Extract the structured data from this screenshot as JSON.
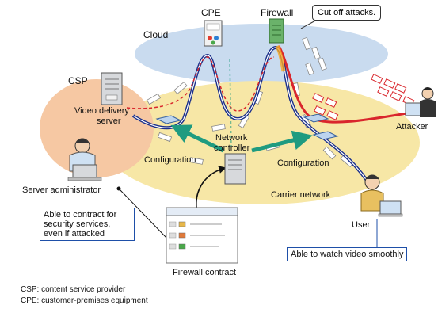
{
  "labels": {
    "cpe": "CPE",
    "firewall": "Firewall",
    "cloud": "Cloud",
    "csp": "CSP",
    "video_delivery_server": [
      "Video delivery",
      "server"
    ],
    "network_controller": [
      "Network",
      "controller"
    ],
    "configuration_left": "Configuration",
    "configuration_right": "Configuration",
    "carrier_network": "Carrier network",
    "attacker": "Attacker",
    "server_administrator": "Server administrator",
    "user": "User",
    "firewall_contract": "Firewall contract"
  },
  "callouts": {
    "cut_off_attacks": "Cut off attacks.",
    "security_services": [
      "Able to contract for",
      "security services,",
      "even if attacked"
    ],
    "watch_video": "Able to watch video smoothly"
  },
  "legend": {
    "csp_def": "CSP: content service provider",
    "cpe_def": "CPE: customer-premises equipment"
  },
  "colors": {
    "cloud": "#c9dbef",
    "carrier": "#f7e7a6",
    "csp": "#f6c8a3",
    "route_dark": "#1b2f8a",
    "route_red": "#d9262c",
    "config_arrow": "#1f9b80"
  }
}
